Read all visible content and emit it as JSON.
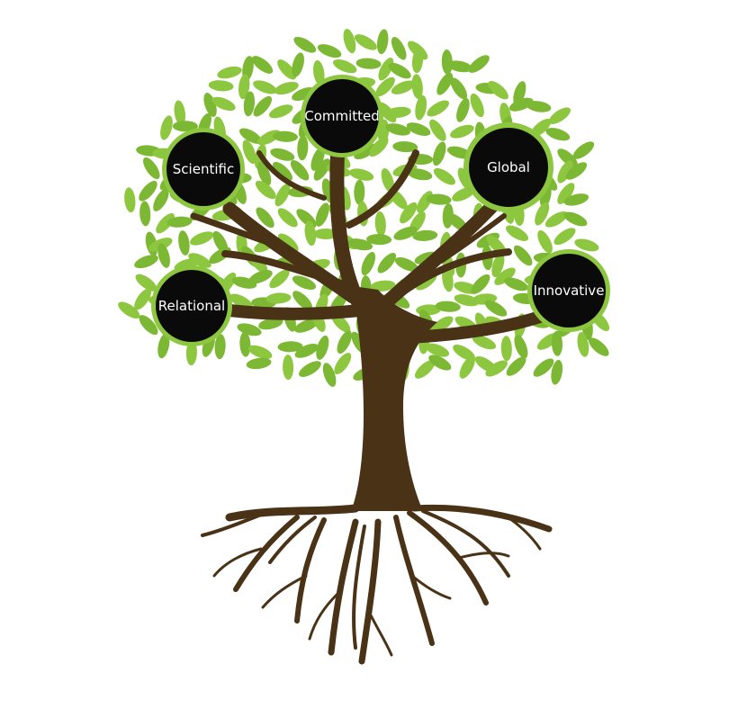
{
  "colors": {
    "background": "#ffffff",
    "leaf": "#8dc63f",
    "leaf_dark": "#7cb834",
    "trunk": "#4a3217",
    "node_fill": "#0a0a0a",
    "node_ring": "#8dc63f",
    "label_text": "#ffffff"
  },
  "nodes": [
    {
      "id": "committed",
      "label": "Committed"
    },
    {
      "id": "scientific",
      "label": "Scientific"
    },
    {
      "id": "global",
      "label": "Global"
    },
    {
      "id": "relational",
      "label": "Relational"
    },
    {
      "id": "innovative",
      "label": "Innovative"
    }
  ]
}
